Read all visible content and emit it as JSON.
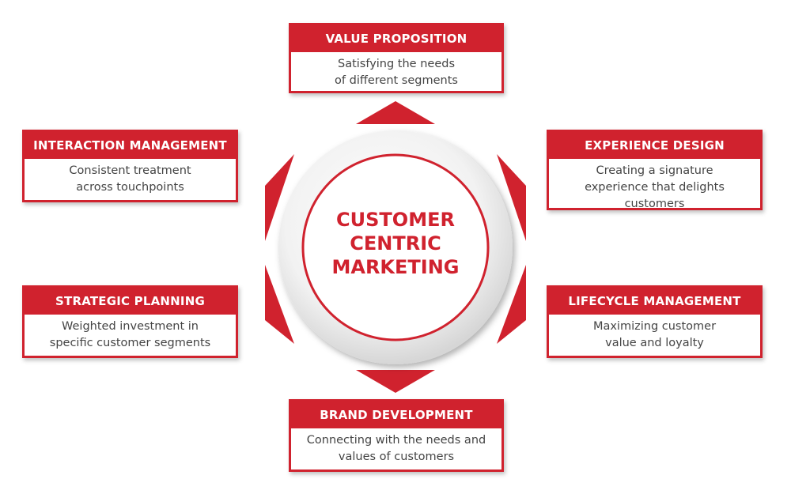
{
  "center": {
    "title": "CUSTOMER\nCENTRIC\nMARKETING"
  },
  "cards": {
    "value_proposition": {
      "title": "VALUE PROPOSITION",
      "desc": "Satisfying the needs\nof different segments"
    },
    "interaction_management": {
      "title": "INTERACTION MANAGEMENT",
      "desc": "Consistent treatment\nacross touchpoints"
    },
    "experience_design": {
      "title": "EXPERIENCE DESIGN",
      "desc": "Creating a signature\nexperience that delights\ncustomers"
    },
    "strategic_planning": {
      "title": "STRATEGIC PLANNING",
      "desc": "Weighted investment in\nspecific customer segments"
    },
    "lifecycle_management": {
      "title": "LIFECYCLE MANAGEMENT",
      "desc": "Maximizing customer\nvalue and loyalty"
    },
    "brand_development": {
      "title": "BRAND DEVELOPMENT",
      "desc": "Connecting with the needs and\nvalues of customers"
    }
  },
  "colors": {
    "accent": "#d0222e",
    "text": "#444444",
    "ring": "#e8e8e8",
    "background": "#ffffff"
  }
}
